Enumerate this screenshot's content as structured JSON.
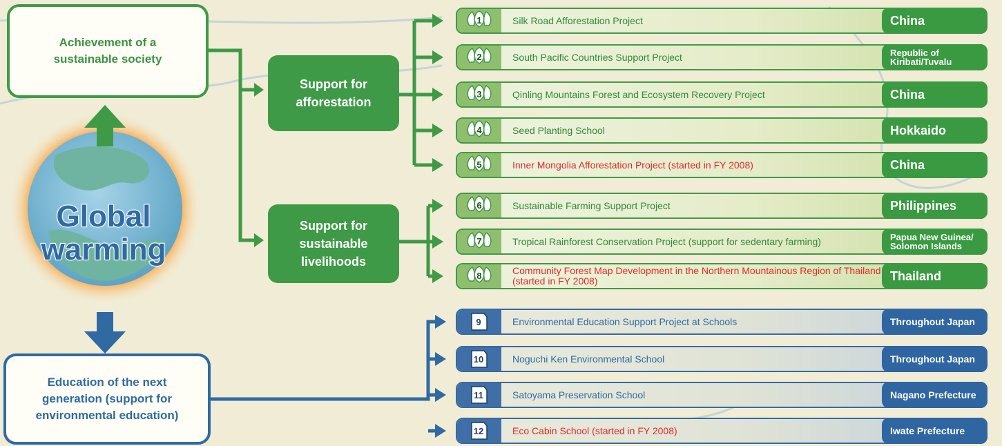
{
  "globe": {
    "title_line1": "Global",
    "title_line2": "warming"
  },
  "goals": {
    "top": "Achievement of a sustainable society",
    "bottom": "Education of the next generation (support for environmental education)"
  },
  "hubs": {
    "afforestation": "Support for afforestation",
    "livelihoods": "Support for sustainable livelihoods"
  },
  "projects": [
    {
      "num": "1",
      "title": "Silk Road Afforestation Project",
      "location": "China",
      "highlight": false
    },
    {
      "num": "2",
      "title": "South Pacific Countries Support Project",
      "location": "Republic of Kiribati/Tuvalu",
      "highlight": false
    },
    {
      "num": "3",
      "title": "Qinling Mountains Forest and Ecosystem Recovery Project",
      "location": "China",
      "highlight": false
    },
    {
      "num": "4",
      "title": "Seed Planting School",
      "location": "Hokkaido",
      "highlight": false
    },
    {
      "num": "5",
      "title": "Inner Mongolia Afforestation Project (started in FY 2008)",
      "location": "China",
      "highlight": true
    },
    {
      "num": "6",
      "title": "Sustainable Farming Support Project",
      "location": "Philippines",
      "highlight": false
    },
    {
      "num": "7",
      "title": "Tropical Rainforest Conservation Project (support for sedentary farming)",
      "location": "Papua New Guinea/ Solomon Islands",
      "highlight": false
    },
    {
      "num": "8",
      "title": "Community Forest Map Development in the Northern Mountainous Region of Thailand (started in FY 2008)",
      "location": "Thailand",
      "highlight": true
    },
    {
      "num": "9",
      "title": "Environmental Education Support Project at Schools",
      "location": "Throughout Japan",
      "highlight": false
    },
    {
      "num": "10",
      "title": "Noguchi Ken Environmental School",
      "location": "Throughout Japan",
      "highlight": false
    },
    {
      "num": "11",
      "title": "Satoyama Preservation School",
      "location": "Nagano Prefecture",
      "highlight": false
    },
    {
      "num": "12",
      "title": "Eco Cabin School (started in FY 2008)",
      "location": "Iwate Prefecture",
      "highlight": true
    }
  ],
  "colors": {
    "green": "#3f9a47",
    "blue": "#2f6aa3",
    "red": "#e02a2a",
    "orange": "#f2a13c"
  }
}
